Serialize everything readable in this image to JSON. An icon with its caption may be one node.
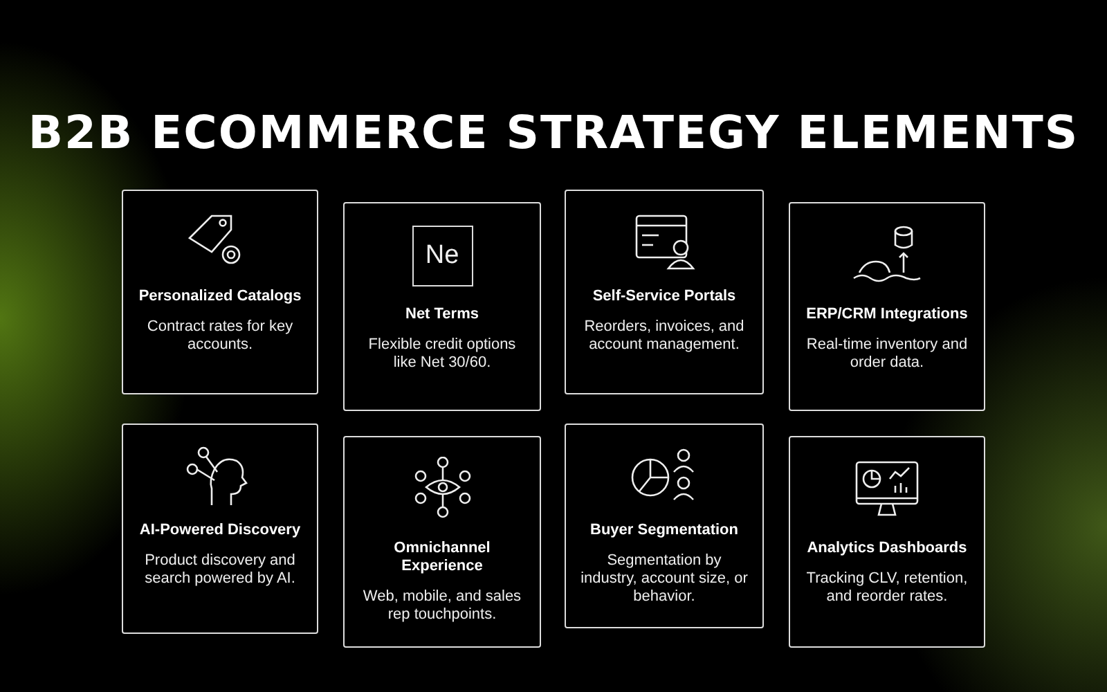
{
  "diagram": {
    "title": "B2B ECOMMERCE STRATEGY ELEMENTS",
    "nodes": [
      {
        "text": [
          "Personalized Catalogs",
          "Contract rates for key accounts."
        ]
      },
      {
        "text": [
          "Net Terms",
          "Flexible credit options like Net 30/60."
        ]
      },
      {
        "text": [
          "Self-Service Portals",
          "Reorders, invoices, and account management."
        ]
      },
      {
        "text": [
          "ERP/CRM Integrations",
          "Real-time inventory and order data."
        ]
      },
      {
        "text": [
          "AI-Powered Discovery",
          "Product discovery and search powered by AI."
        ]
      },
      {
        "text": [
          "Omnichannel Experience",
          "Web, mobile, and sales rep touchpoints."
        ]
      },
      {
        "text": [
          "Buyer Segmentation",
          "Segmentation by industry, account size, or behavior."
        ]
      },
      {
        "text": [
          "Analytics Dashboards",
          "Tracking CLV, retention, and reorder rates."
        ]
      }
    ],
    "labels": [
      "Ne"
    ]
  }
}
